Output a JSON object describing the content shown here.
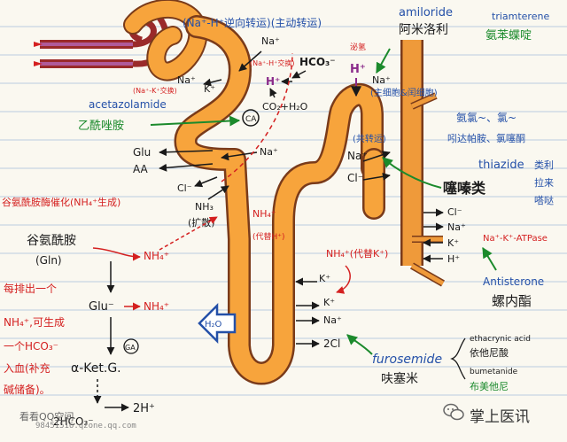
{
  "colors": {
    "tubule": "#f7a43c",
    "tubule_edge": "#7a3b1a",
    "vessel": "#ef9a3a",
    "ink_black": "#1a1a1a",
    "ink_red": "#d42020",
    "ink_green": "#1b8a2c",
    "ink_blue": "#2450a8",
    "ink_purple": "#8a2a8a",
    "paper_line": "#b9cbe0"
  },
  "labels": {
    "exchanger_title": "(Na⁺-H⁺逆向转运)(主动转运)",
    "exchanger_sub": "(Na⁺-H⁺交换)",
    "top_na_left": "Na⁺",
    "na_left_mid": "Na⁺",
    "k_left_mid": "K⁺",
    "k_exchange_note": "(Na⁺-K⁺交换)",
    "h_left": "H⁺",
    "hco3": "HCO₃⁻",
    "co2_h2o": "CO₂+H₂O",
    "ca_badge": "CA",
    "acetazolamide_en": "acetazolamide",
    "acetazolamide_cn": "乙酰唑胺",
    "glu": "Glu",
    "aa": "AA",
    "na_prox": "Na⁺",
    "cl_prox": "Cl⁻",
    "nh3": "NH₃",
    "diffusion": "(扩散)",
    "nh4_tubule": "NH₄⁺",
    "nh4_tubule_note": "(代替H⁺)",
    "secreted": "泌氢",
    "h_right": "H⁺",
    "na_right_top": "Na⁺",
    "cells_note": "(主细胞&闰细胞)",
    "amiloride_en": "amiloride",
    "amiloride_cn": "阿米洛利",
    "triamterene_en": "triamterene",
    "triamterene_cn": "氨苯蝶啶",
    "potassium_sparing": "氨氯~、氯~",
    "potassium_sparing2": "吲达帕胺、氯噻酮",
    "thiazide_en": "thiazide",
    "thiazide_note": "类利",
    "thiazide_note2": "拉来",
    "thiazide_note3": "嗒哒",
    "thiazide_cn": "噻嗪类",
    "cotransport_label": "(共转运)",
    "na_dct": "Na⁺",
    "cl_dct": "Cl⁻",
    "cl_right": "Cl⁻",
    "na_right2": "Na⁺",
    "k_right": "K⁺",
    "h_right2": "H⁺",
    "atpase": "Na⁺-K⁺-ATPase",
    "antisterone_en": "Antisterone",
    "antisterone_cn": "螺内酯",
    "nh4_k_note": "NH₄⁺(代替K⁺)",
    "k_loop": "K⁺",
    "k_loop2": "K⁺",
    "na_loop": "Na⁺",
    "cl_loop": "2Cl",
    "furosemide_en": "furosemide",
    "furosemide_cn": "呋塞米",
    "ethacrynic_en": "ethacrynic acid",
    "ethacrynic_cn": "依他尼酸",
    "bumetanide_en": "bumetanide",
    "bumetanide_cn": "布美他尼",
    "h2o": "H₂O",
    "glutaminase_note": "谷氨酰胺酶催化(NH₄⁺生成)",
    "gln_cn": "谷氨酰胺",
    "gln_abbr": "(Gln)",
    "nh4_red1": "NH₄⁺",
    "glu_minus": "Glu⁻",
    "nh4_red2": "NH₄⁺",
    "ga_badge": "GA",
    "aketg": "α-Ket.G.",
    "h2_plus": "2H⁺",
    "hco3_bottom": "2HCO₃⁻",
    "note_line1": "每排出一个",
    "note_line2": "NH₄⁺,可生成",
    "note_line3": "一个HCO₃⁻",
    "note_line4": "入血(补充",
    "note_line5": "碱储备)。"
  },
  "footer": {
    "site": "看看QQ空间",
    "url": "98451516.qzone.qq.com",
    "brand": "掌上医讯"
  }
}
